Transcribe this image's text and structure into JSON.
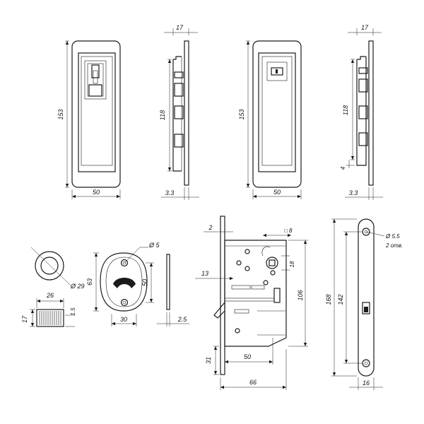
{
  "colors": {
    "line": "#1a1a1a",
    "background": "#ffffff"
  },
  "handle_front": {
    "height": "153",
    "width": "50"
  },
  "handle_side": {
    "depth": "17",
    "hole_spacing": "118",
    "plate": "3.3"
  },
  "handle_front_2": {
    "height": "153",
    "width": "50"
  },
  "handle_side_2": {
    "depth": "17",
    "hole_spacing": "118",
    "offset": "4",
    "plate": "3.3"
  },
  "knob": {
    "diameter": "Ø 29",
    "width": "26",
    "height": "17",
    "step": "1.5"
  },
  "rosette": {
    "hole": "Ø 5",
    "height": "63",
    "spacing": "50",
    "width": "30",
    "thickness": "2.5"
  },
  "lock_body": {
    "top_offset": "2",
    "square": "□ 8",
    "latch": "18",
    "offset": "13",
    "height": "106",
    "backset": "50",
    "bottom": "31",
    "width": "66"
  },
  "faceplate": {
    "hole": "Ø 5.5",
    "hole_note": "2 отв.",
    "height": "168",
    "hole_spacing": "142",
    "width": "16"
  }
}
